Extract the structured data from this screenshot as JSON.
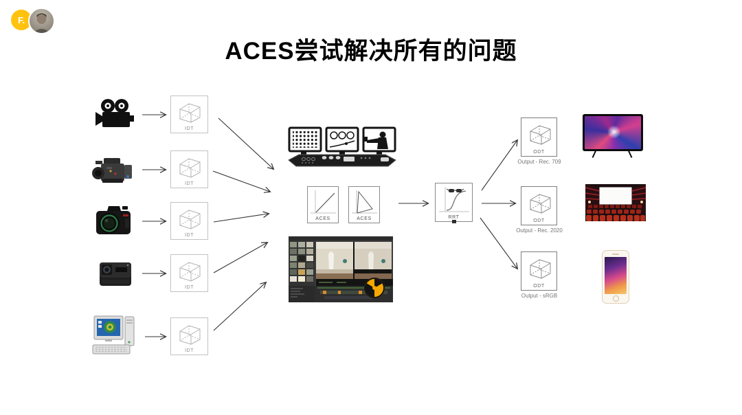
{
  "header": {
    "logo": {
      "text": "F.",
      "bg_color": "#FFC20E",
      "text_color": "#ffffff"
    },
    "avatar": {
      "description": "author portrait photo"
    }
  },
  "title": "ACES尝试解决所有的问题",
  "diagram": {
    "sources": [
      {
        "name": "film-camera"
      },
      {
        "name": "cinema-camera"
      },
      {
        "name": "dslr-camera"
      },
      {
        "name": "action-camera"
      },
      {
        "name": "computer"
      }
    ],
    "idt": {
      "label": "IDT"
    },
    "working": {
      "grading_console": "color-grading-suite",
      "aces_boxes": [
        {
          "label": "ACES",
          "graph": "linear-curve"
        },
        {
          "label": "ACES",
          "graph": "gamut-triangle"
        }
      ],
      "compositing": "nuke-studio-screenshot"
    },
    "rrt": {
      "label": "RRT"
    },
    "odt": [
      {
        "label": "ODT",
        "caption": "Output - Rec. 709",
        "display": "tv"
      },
      {
        "label": "ODT",
        "caption": "Output - Rec. 2020",
        "display": "cinema"
      },
      {
        "label": "ODT",
        "caption": "Output - sRGB",
        "display": "smartphone"
      }
    ]
  }
}
